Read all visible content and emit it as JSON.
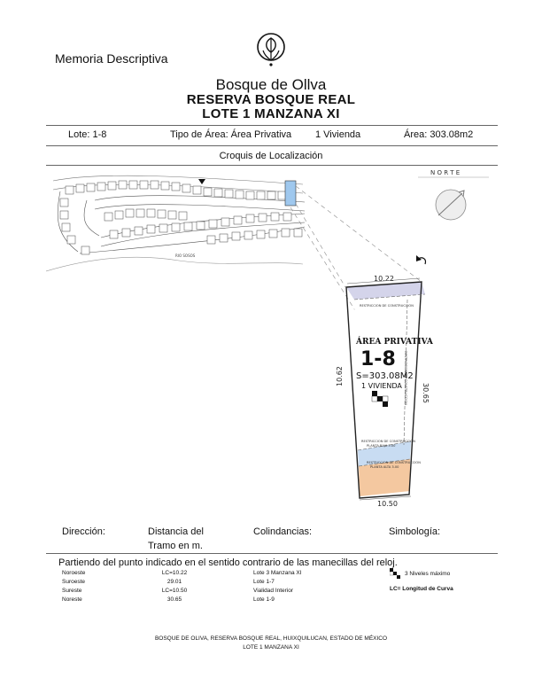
{
  "header": {
    "memoria": "Memoria Descriptiva",
    "project": "Bosque de Ollva",
    "subtitle": "RESERVA BOSQUE REAL",
    "lot_title": "LOTE 1 MANZANA XI"
  },
  "info": {
    "lote": "Lote: 1-8",
    "tipo": "Tipo de Área: Área Privativa",
    "vivienda": "1 Vivienda",
    "area": "Área: 303.08m2"
  },
  "croquis": {
    "title": "Croquis de Localización",
    "north": "N O R T E",
    "street_label": "RIO SOSOS"
  },
  "lot_plan": {
    "dim_top": "10.22",
    "dim_bottom": "10.50",
    "dim_left": "10.62",
    "dim_right": "30.65",
    "restriction_top": "RESTRICCION DE CONSTRUCCION",
    "restriction_side": "RESTRICCION DE CONSTRUCCION",
    "restriction_mid_1": "RESTRICCION DE CONSTRUCCION",
    "restriction_mid_2": "PLANTA BAJA 5.00",
    "restriction_low_1": "RESTRICCION DE CONSTRUCCION",
    "restriction_low_2": "PLANTA ALTA 3.00",
    "label_type": "ÁREA PRIVATIVA",
    "label_lot": "1-8",
    "label_area": "S=303.08M2",
    "label_viv": "1 VIVIENDA"
  },
  "columns": {
    "direccion": "Dirección:",
    "distancia_1": "Distancia del",
    "distancia_2": "Tramo en m.",
    "colindancias": "Colindancias:",
    "simbologia": "Simbología:"
  },
  "paragraph": "Partiendo del punto indicado en el sentido contrario de las manecillas del reloj.",
  "table": {
    "directions": [
      "Noroeste",
      "Suroeste",
      "Sureste",
      "Noreste"
    ],
    "distances": [
      "LC=10.22",
      "29.01",
      "LC=10.50",
      "30.65"
    ],
    "colindancias": [
      "Lote 3 Manzana XI",
      "Lote 1-7",
      "Vialidad Interior",
      "Lote 1-9"
    ]
  },
  "legend": {
    "niveles": "3 Niveles máximo",
    "lc": "LC= Longitud de Curva"
  },
  "footer": {
    "line1": "BOSQUE DE OLIVA, RESERVA BOSQUE REAL, HUIXQUILUCAN, ESTADO DE MÉXICO",
    "line2": "LOTE 1 MANZANA XI"
  },
  "colors": {
    "lot_fill": "#d4d4ea",
    "restriction_blue": "#c8dcf2",
    "restriction_orange": "#f4c8a0",
    "highlight_lot": "#9fc8ee"
  }
}
